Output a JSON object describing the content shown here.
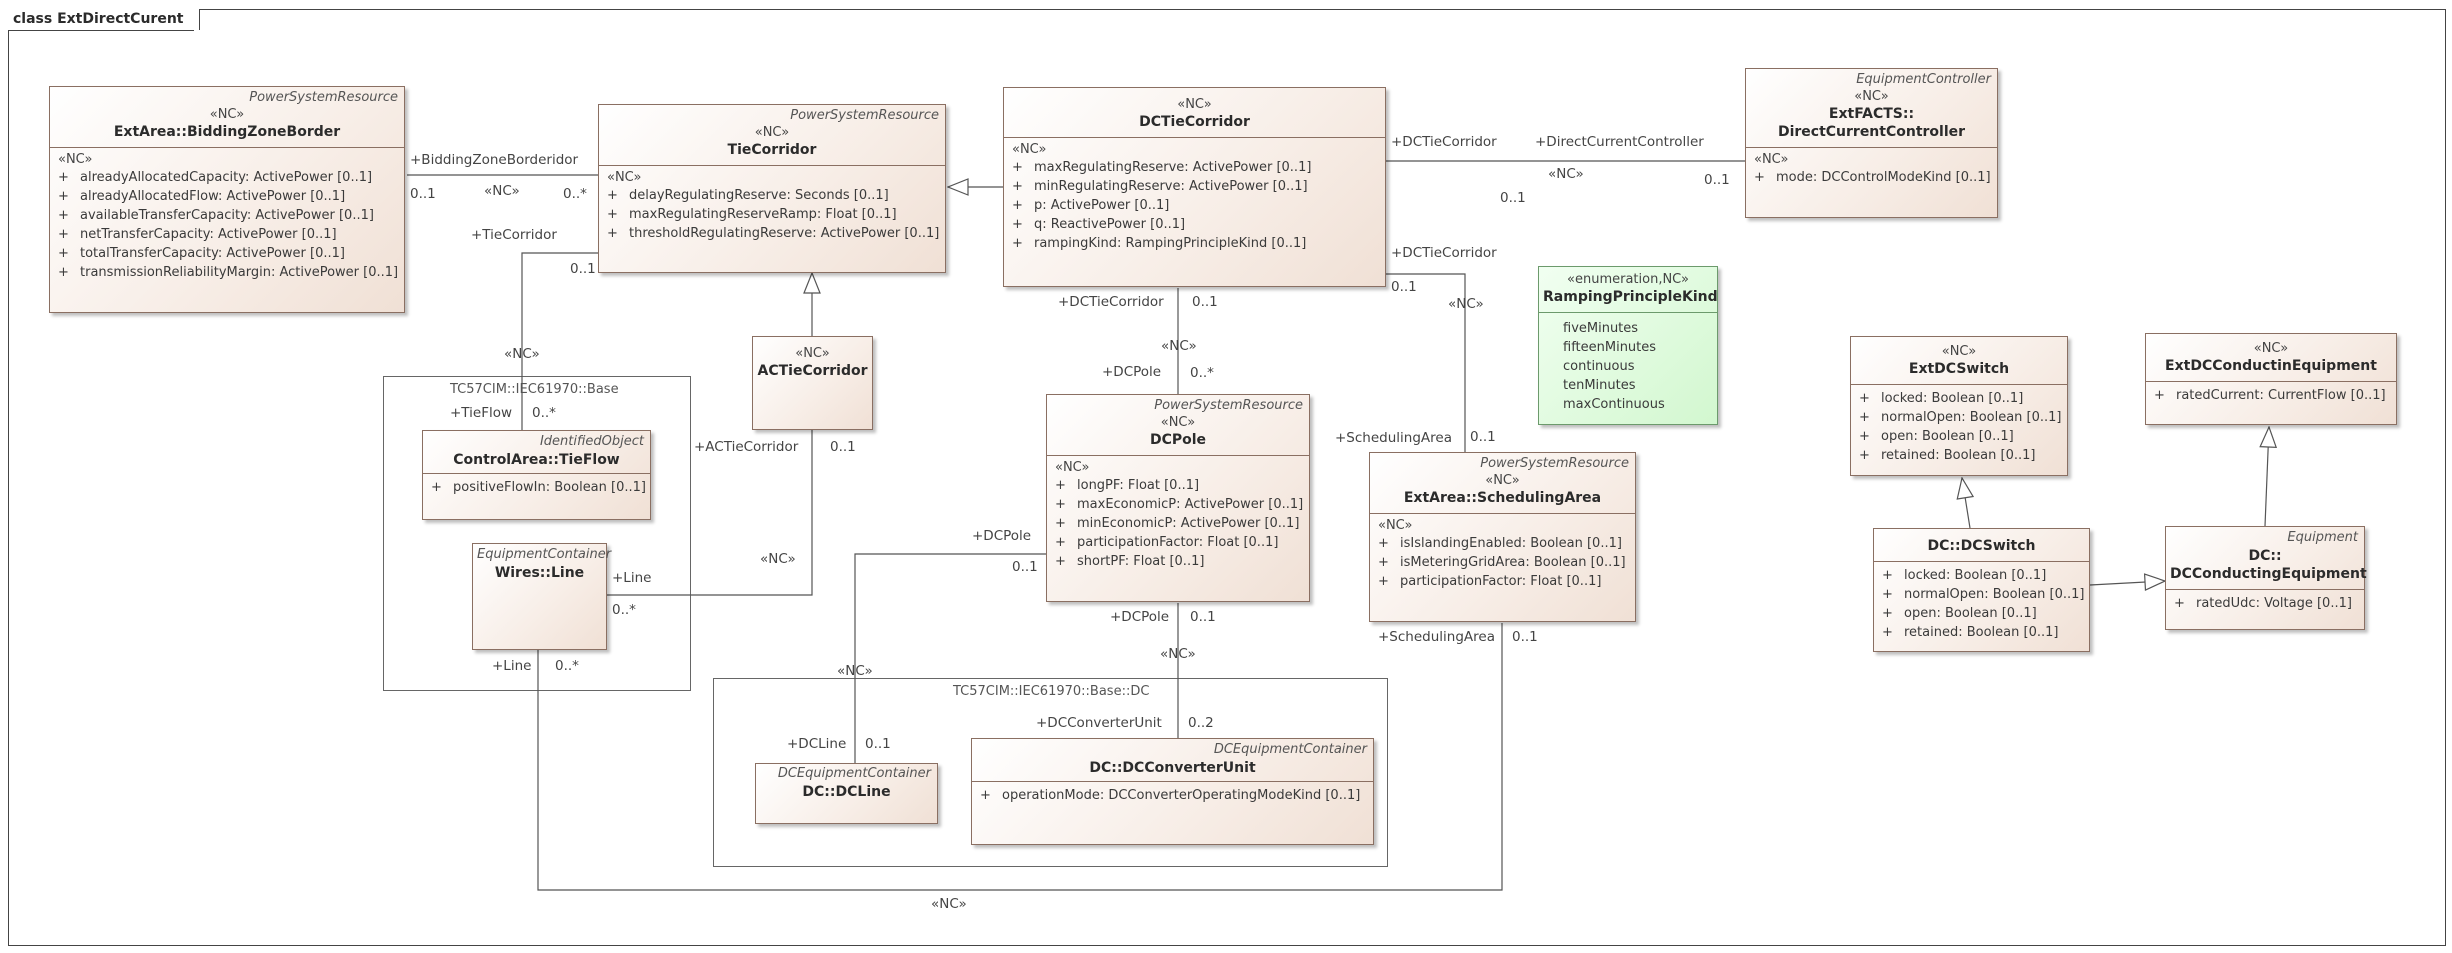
{
  "diagram": {
    "title": "class ExtDirectCurent",
    "packages": {
      "base": "TC57CIM::IEC61970::Base",
      "dc": "TC57CIM::IEC61970::Base::DC"
    },
    "classes": {
      "biddingZoneBorder": {
        "parent": "PowerSystemResource",
        "stereotype": "«NC»",
        "name": "ExtArea::BiddingZoneBorder",
        "attr_stereotype": "«NC»",
        "attributes": [
          "alreadyAllocatedCapacity: ActivePower [0..1]",
          "alreadyAllocatedFlow: ActivePower [0..1]",
          "availableTransferCapacity: ActivePower [0..1]",
          "netTransferCapacity: ActivePower [0..1]",
          "totalTransferCapacity: ActivePower [0..1]",
          "transmissionReliabilityMargin: ActivePower [0..1]"
        ]
      },
      "tieCorridor": {
        "parent": "PowerSystemResource",
        "stereotype": "«NC»",
        "name": "TieCorridor",
        "attr_stereotype": "«NC»",
        "attributes": [
          "delayRegulatingReserve: Seconds [0..1]",
          "maxRegulatingReserveRamp: Float [0..1]",
          "thresholdRegulatingReserve: ActivePower [0..1]"
        ]
      },
      "dcTieCorridor": {
        "stereotype": "«NC»",
        "name": "DCTieCorridor",
        "attr_stereotype": "«NC»",
        "attributes": [
          "maxRegulatingReserve: ActivePower [0..1]",
          "minRegulatingReserve: ActivePower [0..1]",
          "p: ActivePower [0..1]",
          "q: ReactivePower [0..1]",
          "rampingKind: RampingPrincipleKind [0..1]"
        ]
      },
      "directCurrentController": {
        "parent": "EquipmentController",
        "stereotype": "«NC»",
        "name1": "ExtFACTS::",
        "name2": "DirectCurrentController",
        "attr_stereotype": "«NC»",
        "attributes": [
          "mode: DCControlModeKind [0..1]"
        ]
      },
      "rampingPrincipleKind": {
        "stereotype": "«enumeration,NC»",
        "name": "RampingPrincipleKind",
        "literals": [
          "fiveMinutes",
          "fifteenMinutes",
          "continuous",
          "tenMinutes",
          "maxContinuous"
        ]
      },
      "acTieCorridor": {
        "stereotype": "«NC»",
        "name": "ACTieCorridor"
      },
      "tieFlow": {
        "parent": "IdentifiedObject",
        "name": "ControlArea::TieFlow",
        "attributes": [
          "positiveFlowIn: Boolean [0..1]"
        ]
      },
      "line": {
        "parent": "EquipmentContainer",
        "name": "Wires::Line"
      },
      "dcPole": {
        "parent": "PowerSystemResource",
        "stereotype": "«NC»",
        "name": "DCPole",
        "attr_stereotype": "«NC»",
        "attributes": [
          "longPF: Float [0..1]",
          "maxEconomicP: ActivePower [0..1]",
          "minEconomicP: ActivePower [0..1]",
          "participationFactor: Float [0..1]",
          "shortPF: Float [0..1]"
        ]
      },
      "schedulingArea": {
        "parent": "PowerSystemResource",
        "stereotype": "«NC»",
        "name": "ExtArea::SchedulingArea",
        "attr_stereotype": "«NC»",
        "attributes": [
          "isIslandingEnabled: Boolean [0..1]",
          "isMeteringGridArea: Boolean [0..1]",
          "participationFactor: Float [0..1]"
        ]
      },
      "dcLine": {
        "parent": "DCEquipmentContainer",
        "name": "DC::DCLine"
      },
      "dcConverterUnit": {
        "parent": "DCEquipmentContainer",
        "name": "DC::DCConverterUnit",
        "attributes": [
          "operationMode: DCConverterOperatingModeKind [0..1]"
        ]
      },
      "extDCSwitch": {
        "stereotype": "«NC»",
        "name": "ExtDCSwitch",
        "attributes": [
          "locked: Boolean [0..1]",
          "normalOpen: Boolean [0..1]",
          "open: Boolean [0..1]",
          "retained: Boolean [0..1]"
        ]
      },
      "extDCConductingEquipment": {
        "stereotype": "«NC»",
        "name": "ExtDCConductinEquipment",
        "attributes": [
          "ratedCurrent: CurrentFlow [0..1]"
        ]
      },
      "dcSwitch": {
        "name": "DC::DCSwitch",
        "attributes": [
          "locked: Boolean [0..1]",
          "normalOpen: Boolean [0..1]",
          "open: Boolean [0..1]",
          "retained: Boolean [0..1]"
        ]
      },
      "dcConductingEquipment": {
        "parent": "Equipment",
        "name1": "DC::",
        "name2": "DCConductingEquipment",
        "attributes": [
          "ratedUdc: Voltage [0..1]"
        ]
      }
    },
    "attr_visibility": "+",
    "labels": {
      "bzb_role": "+BiddingZoneBorderidor",
      "bzb_mult": "0..1",
      "bzb_nc": "«NC»",
      "tc_mult_many": "0..*",
      "tc_role_tieCorridor": "+TieCorridor",
      "tc_mult_tc": "0..1",
      "tieflow_nc": "«NC»",
      "tieflow_role": "+TieFlow",
      "tieflow_mult": "0..*",
      "ac_role": "+ACTieCorridor",
      "ac_mult": "0..1",
      "line_nc": "«NC»",
      "line_role": "+Line",
      "line_mult": "0..*",
      "line_role2": "+Line",
      "line_mult2": "0..*",
      "bottom_nc": "«NC»",
      "dctc_role_ctrl": "+DCTieCorridor",
      "ctrl_role": "+DirectCurrentController",
      "ctrl_nc": "«NC»",
      "ctrl_mult_left": "0..1",
      "ctrl_mult_right": "0..1",
      "dctc_role_sa": "+DCTieCorridor",
      "dctc_mult_sa": "0..1",
      "sa_nc": "«NC»",
      "sa_role": "+SchedulingArea",
      "sa_mult": "0..1",
      "dctc_role_pole": "+DCTieCorridor",
      "dctc_mult_pole": "0..1",
      "pole_nc": "«NC»",
      "pole_role": "+DCPole",
      "pole_mult": "0..*",
      "pole_role_line": "+DCPole",
      "pole_mult_line": "0..1",
      "dcline_nc": "«NC»",
      "dcline_role": "+DCLine",
      "dcline_mult": "0..1",
      "pole_role_conv": "+DCPole",
      "pole_mult_conv": "0..1",
      "conv_nc": "«NC»",
      "conv_role": "+DCConverterUnit",
      "conv_mult": "0..2",
      "sa_role2": "+SchedulingArea",
      "sa_mult2": "0..1"
    }
  }
}
